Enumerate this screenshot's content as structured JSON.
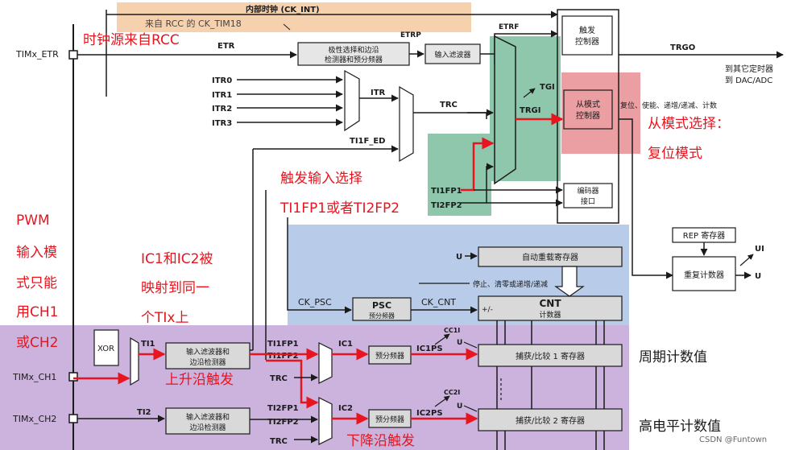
{
  "header": {
    "internal_clock": "内部时钟 (CK_INT)",
    "from_rcc": "来自 RCC 的 CK_TIM18"
  },
  "signals": {
    "etr": "ETR",
    "etrp": "ETRP",
    "etrf": "ETRF",
    "trgo": "TRGO",
    "itr0": "ITR0",
    "itr1": "ITR1",
    "itr2": "ITR2",
    "itr3": "ITR3",
    "itr": "ITR",
    "trc": "TRC",
    "ti1f_ed": "TI1F_ED",
    "tgi": "TGI",
    "trgi": "TRGI",
    "ti1fp1_top": "TI1FP1",
    "ti2fp2_top": "TI2FP2",
    "u1": "U",
    "u2": "U",
    "u3": "U",
    "u4": "U",
    "ui": "UI",
    "ck_psc": "CK_PSC",
    "ck_cnt": "CK_CNT",
    "plus_minus": "+/-",
    "ti1": "TI1",
    "ti2": "TI2",
    "ti1fp1_a": "TI1FP1",
    "ti1fp2_a": "TI1FP2",
    "trc_a": "TRC",
    "ti2fp1_b": "TI2FP1",
    "ti2fp2_b": "TI2FP2",
    "trc_b": "TRC",
    "ic1": "IC1",
    "ic2": "IC2",
    "ic1ps": "IC1PS",
    "ic2ps": "IC2PS",
    "cc1i": "CC1I",
    "cc2i": "CC2I"
  },
  "pins": {
    "etr": "TIMx_ETR",
    "ch1": "TIMx_CH1",
    "ch2": "TIMx_CH2"
  },
  "blocks": {
    "polarity_1": "极性选择和边沿",
    "polarity_2": "检测器和预分频器",
    "input_filter": "输入滤波器",
    "trigger_ctrl_1": "触发",
    "trigger_ctrl_2": "控制器",
    "slave_ctrl_1": "从模式",
    "slave_ctrl_2": "控制器",
    "encoder_1": "编码器",
    "encoder_2": "接口",
    "rep_reg": "REP 寄存器",
    "rep_counter": "重复计数器",
    "auto_reload": "自动重载寄存器",
    "psc": "PSC",
    "psc_sub": "预分频器",
    "cnt": "CNT",
    "cnt_sub": "计数器",
    "xor": "XOR",
    "filter_edge1_1": "输入滤波器和",
    "filter_edge1_2": "边沿检测器",
    "filter_edge2_1": "输入滤波器和",
    "filter_edge2_2": "边沿检测器",
    "prescaler_1": "预分频器",
    "prescaler_2": "预分频器",
    "capcmp1": "捕获/比较 1 寄存器",
    "capcmp2": "捕获/比较 2 寄存器"
  },
  "texts": {
    "to_other_timer": "到其它定时器",
    "to_dac_adc": "到 DAC/ADC",
    "slave_modes": "复位、使能、递增/递减、计数",
    "stop_clear": "停止、清零或递增/递减",
    "watermark": "CSDN @Funtown"
  },
  "annotations": {
    "clock_source": "时钟源来自RCC",
    "slave_mode_1": "从模式选择：",
    "slave_mode_2": "复位模式",
    "trigger_select_1": "触发输入选择",
    "trigger_select_2": "TI1FP1或者TI2FP2",
    "pwm_1": "PWM",
    "pwm_2": "输入模",
    "pwm_3": "式只能",
    "pwm_4": "用CH1",
    "pwm_5": "或CH2",
    "mapped_1": "IC1和IC2被",
    "mapped_2": "映射到同一",
    "mapped_3": "个TIx上",
    "rising_edge": "上升沿触发",
    "falling_edge": "下降沿触发",
    "period": "周期计数值",
    "high_level": "高电平计数值"
  },
  "colors": {
    "annotation_red": "#e8141e",
    "orange_band": "#f5c9a0",
    "green_region": "#8fc7ad",
    "pink_region": "#eb9fa3",
    "blue_region": "#b8cbe8",
    "purple_region": "#cbb3dd",
    "block_fill": "#e6e6e6",
    "line": "#1a1a1a"
  }
}
